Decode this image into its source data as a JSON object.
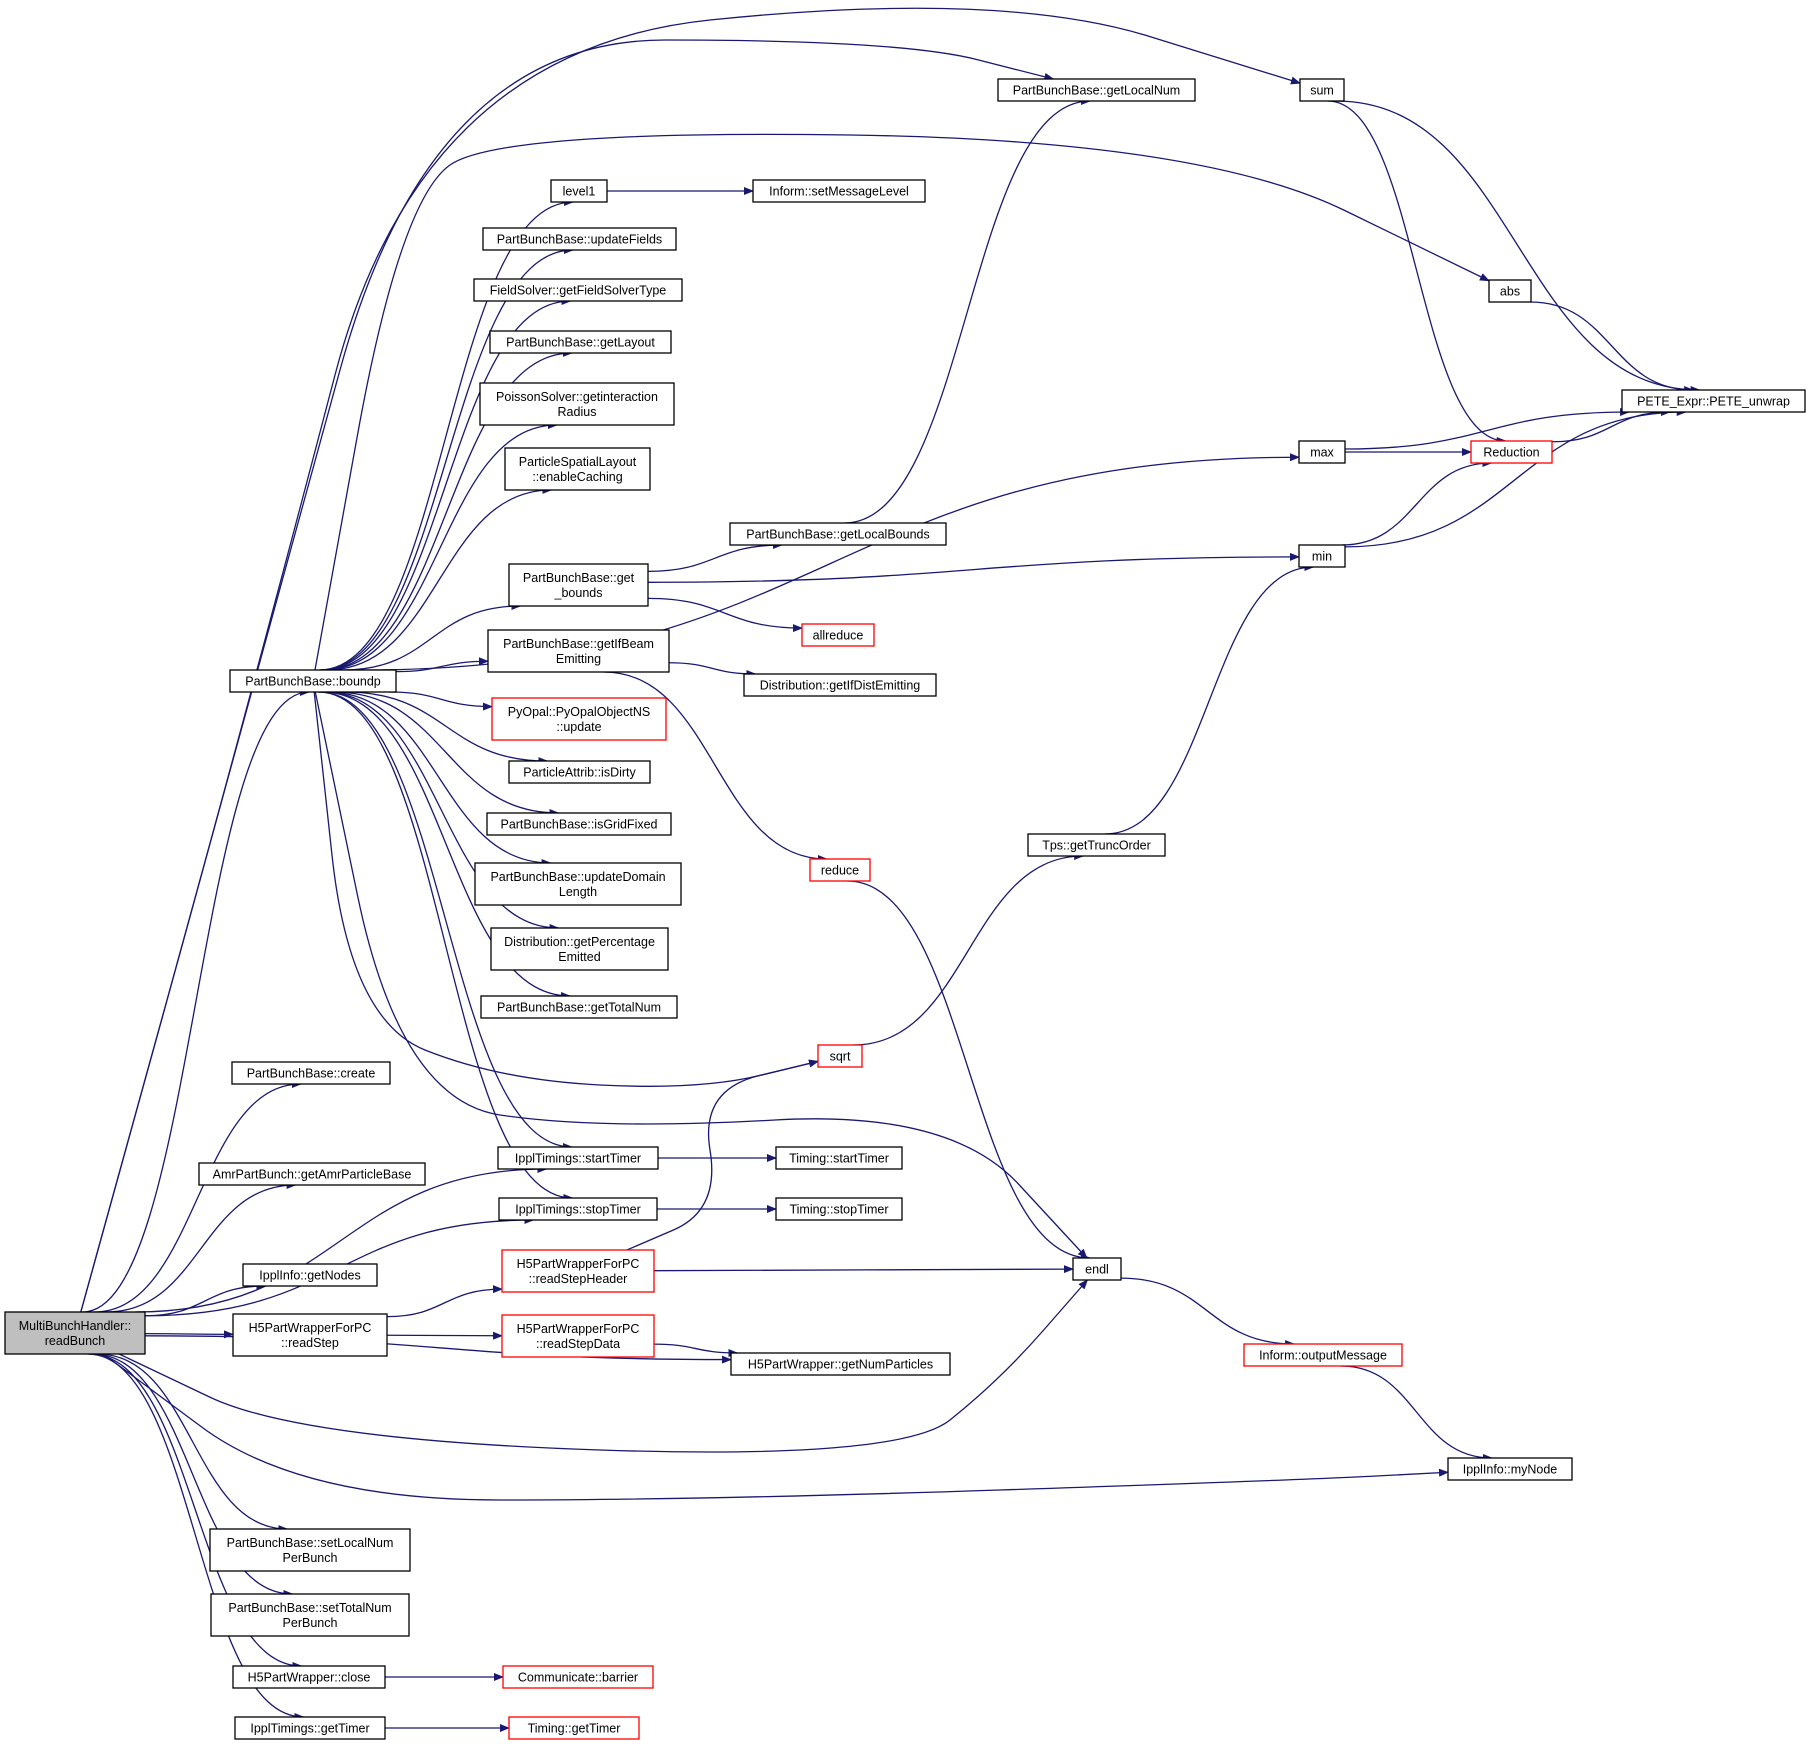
{
  "colors": {
    "edge": "#191970",
    "node_border": "#000000",
    "node_border_truncated": "#ff0000",
    "node_fill": "#ffffff",
    "root_fill": "#bfbfbf"
  },
  "nodes": {
    "root": {
      "lines": [
        "MultiBunchHandler::",
        "readBunch"
      ],
      "style": "root"
    },
    "boundp": {
      "lines": [
        "PartBunchBase::boundp"
      ],
      "style": "normal"
    },
    "create": {
      "lines": [
        "PartBunchBase::create"
      ],
      "style": "normal"
    },
    "getAmr": {
      "lines": [
        "AmrPartBunch::getAmrParticleBase"
      ],
      "style": "normal"
    },
    "getNodes": {
      "lines": [
        "IpplInfo::getNodes"
      ],
      "style": "normal"
    },
    "readStep": {
      "lines": [
        "H5PartWrapperForPC",
        "::readStep"
      ],
      "style": "normal"
    },
    "setLocal": {
      "lines": [
        "PartBunchBase::setLocalNum",
        "PerBunch"
      ],
      "style": "normal"
    },
    "setTotal": {
      "lines": [
        "PartBunchBase::setTotalNum",
        "PerBunch"
      ],
      "style": "normal"
    },
    "close": {
      "lines": [
        "H5PartWrapper::close"
      ],
      "style": "normal"
    },
    "getTimer": {
      "lines": [
        "IpplTimings::getTimer"
      ],
      "style": "normal"
    },
    "level1": {
      "lines": [
        "level1"
      ],
      "style": "normal"
    },
    "updateFields": {
      "lines": [
        "PartBunchBase::updateFields"
      ],
      "style": "normal"
    },
    "getFSType": {
      "lines": [
        "FieldSolver::getFieldSolverType"
      ],
      "style": "normal"
    },
    "getLayout": {
      "lines": [
        "PartBunchBase::getLayout"
      ],
      "style": "normal"
    },
    "getInteraction": {
      "lines": [
        "PoissonSolver::getinteraction",
        "Radius"
      ],
      "style": "normal"
    },
    "enableCaching": {
      "lines": [
        "ParticleSpatialLayout",
        "::enableCaching"
      ],
      "style": "normal"
    },
    "getBounds": {
      "lines": [
        "PartBunchBase::get",
        "_bounds"
      ],
      "style": "normal"
    },
    "getIfBeam": {
      "lines": [
        "PartBunchBase::getIfBeam",
        "Emitting"
      ],
      "style": "normal"
    },
    "pyUpdate": {
      "lines": [
        "PyOpal::PyOpalObjectNS",
        "::update"
      ],
      "style": "truncated"
    },
    "isDirty": {
      "lines": [
        "ParticleAttrib::isDirty"
      ],
      "style": "normal"
    },
    "isGridFixed": {
      "lines": [
        "PartBunchBase::isGridFixed"
      ],
      "style": "normal"
    },
    "updateDomain": {
      "lines": [
        "PartBunchBase::updateDomain",
        "Length"
      ],
      "style": "normal"
    },
    "getPercentage": {
      "lines": [
        "Distribution::getPercentage",
        "Emitted"
      ],
      "style": "normal"
    },
    "getTotalNum": {
      "lines": [
        "PartBunchBase::getTotalNum"
      ],
      "style": "normal"
    },
    "iStartTimer": {
      "lines": [
        "IpplTimings::startTimer"
      ],
      "style": "normal"
    },
    "iStopTimer": {
      "lines": [
        "IpplTimings::stopTimer"
      ],
      "style": "normal"
    },
    "readStepHeader": {
      "lines": [
        "H5PartWrapperForPC",
        "::readStepHeader"
      ],
      "style": "truncated"
    },
    "readStepData": {
      "lines": [
        "H5PartWrapperForPC",
        "::readStepData"
      ],
      "style": "truncated"
    },
    "barrier": {
      "lines": [
        "Communicate::barrier"
      ],
      "style": "truncated"
    },
    "tGetTimer": {
      "lines": [
        "Timing::getTimer"
      ],
      "style": "truncated"
    },
    "setMsgLevel": {
      "lines": [
        "Inform::setMessageLevel"
      ],
      "style": "normal"
    },
    "getLocalNum": {
      "lines": [
        "PartBunchBase::getLocalNum"
      ],
      "style": "normal"
    },
    "getLocalBounds": {
      "lines": [
        "PartBunchBase::getLocalBounds"
      ],
      "style": "normal"
    },
    "allreduce": {
      "lines": [
        "allreduce"
      ],
      "style": "truncated"
    },
    "getIfDist": {
      "lines": [
        "Distribution::getIfDistEmitting"
      ],
      "style": "normal"
    },
    "reduce": {
      "lines": [
        "reduce"
      ],
      "style": "truncated"
    },
    "sqrt": {
      "lines": [
        "sqrt"
      ],
      "style": "truncated"
    },
    "tStartTimer": {
      "lines": [
        "Timing::startTimer"
      ],
      "style": "normal"
    },
    "tStopTimer": {
      "lines": [
        "Timing::stopTimer"
      ],
      "style": "normal"
    },
    "getNumParticles": {
      "lines": [
        "H5PartWrapper::getNumParticles"
      ],
      "style": "normal"
    },
    "endl": {
      "lines": [
        "endl"
      ],
      "style": "normal"
    },
    "getTruncOrder": {
      "lines": [
        "Tps::getTruncOrder"
      ],
      "style": "normal"
    },
    "sum": {
      "lines": [
        "sum"
      ],
      "style": "normal"
    },
    "abs": {
      "lines": [
        "abs"
      ],
      "style": "normal"
    },
    "max": {
      "lines": [
        "max"
      ],
      "style": "normal"
    },
    "min": {
      "lines": [
        "min"
      ],
      "style": "normal"
    },
    "outputMessage": {
      "lines": [
        "Inform::outputMessage"
      ],
      "style": "truncated"
    },
    "myNode": {
      "lines": [
        "IpplInfo::myNode"
      ],
      "style": "normal"
    },
    "reduction": {
      "lines": [
        "Reduction"
      ],
      "style": "truncated"
    },
    "peteUnwrap": {
      "lines": [
        "PETE_Expr::PETE_unwrap"
      ],
      "style": "normal"
    }
  },
  "edges": [
    [
      "root",
      "boundp"
    ],
    [
      "root",
      "create"
    ],
    [
      "root",
      "getAmr"
    ],
    [
      "root",
      "getNodes"
    ],
    [
      "root",
      "readStep"
    ],
    [
      "root",
      "setLocal"
    ],
    [
      "root",
      "setTotal"
    ],
    [
      "root",
      "close"
    ],
    [
      "root",
      "getTimer"
    ],
    [
      "root",
      "iStartTimer"
    ],
    [
      "root",
      "iStopTimer"
    ],
    [
      "root",
      "getNumParticles"
    ],
    [
      "root",
      "endl"
    ],
    [
      "root",
      "myNode"
    ],
    [
      "root",
      "getLocalNum"
    ],
    [
      "root",
      "sum"
    ],
    [
      "boundp",
      "level1"
    ],
    [
      "boundp",
      "updateFields"
    ],
    [
      "boundp",
      "getFSType"
    ],
    [
      "boundp",
      "getLayout"
    ],
    [
      "boundp",
      "getInteraction"
    ],
    [
      "boundp",
      "enableCaching"
    ],
    [
      "boundp",
      "getBounds"
    ],
    [
      "boundp",
      "getIfBeam"
    ],
    [
      "boundp",
      "pyUpdate"
    ],
    [
      "boundp",
      "isDirty"
    ],
    [
      "boundp",
      "isGridFixed"
    ],
    [
      "boundp",
      "updateDomain"
    ],
    [
      "boundp",
      "getPercentage"
    ],
    [
      "boundp",
      "getTotalNum"
    ],
    [
      "boundp",
      "iStartTimer"
    ],
    [
      "boundp",
      "iStopTimer"
    ],
    [
      "boundp",
      "sqrt"
    ],
    [
      "boundp",
      "endl"
    ],
    [
      "boundp",
      "abs"
    ],
    [
      "boundp",
      "max"
    ],
    [
      "level1",
      "setMsgLevel"
    ],
    [
      "getBounds",
      "getLocalBounds"
    ],
    [
      "getBounds",
      "allreduce"
    ],
    [
      "getBounds",
      "min"
    ],
    [
      "getLocalBounds",
      "getLocalNum"
    ],
    [
      "getIfBeam",
      "getIfDist"
    ],
    [
      "getIfBeam",
      "reduce"
    ],
    [
      "iStartTimer",
      "tStartTimer"
    ],
    [
      "iStopTimer",
      "tStopTimer"
    ],
    [
      "readStep",
      "readStepHeader"
    ],
    [
      "readStep",
      "readStepData"
    ],
    [
      "readStepHeader",
      "sqrt"
    ],
    [
      "readStepHeader",
      "endl"
    ],
    [
      "readStepData",
      "getNumParticles"
    ],
    [
      "close",
      "barrier"
    ],
    [
      "getTimer",
      "tGetTimer"
    ],
    [
      "reduce",
      "endl"
    ],
    [
      "sqrt",
      "getTruncOrder"
    ],
    [
      "getTruncOrder",
      "min"
    ],
    [
      "endl",
      "outputMessage"
    ],
    [
      "outputMessage",
      "myNode"
    ],
    [
      "sum",
      "reduction"
    ],
    [
      "sum",
      "peteUnwrap"
    ],
    [
      "abs",
      "peteUnwrap"
    ],
    [
      "max",
      "reduction"
    ],
    [
      "max",
      "peteUnwrap"
    ],
    [
      "min",
      "reduction"
    ],
    [
      "min",
      "peteUnwrap"
    ],
    [
      "reduction",
      "peteUnwrap"
    ]
  ]
}
